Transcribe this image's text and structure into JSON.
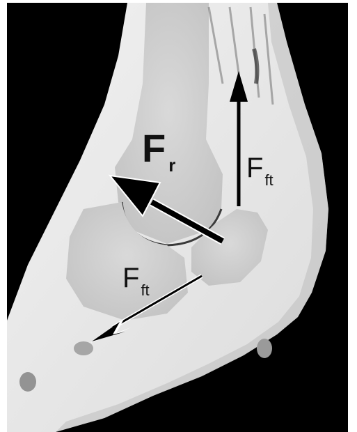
{
  "labels": {
    "resultant_force": {
      "main": "F",
      "sub": "r"
    },
    "tendon_force_upper": {
      "main": "F",
      "sub": "ft"
    },
    "tendon_force_lower": {
      "main": "F",
      "sub": "ft"
    }
  },
  "colors": {
    "background": "#000000",
    "tissue_light": "#e9e9e9",
    "bone": "#cfcfcf",
    "label": "#111111",
    "arrow": "#000000",
    "arrow_outline": "#ffffff"
  }
}
